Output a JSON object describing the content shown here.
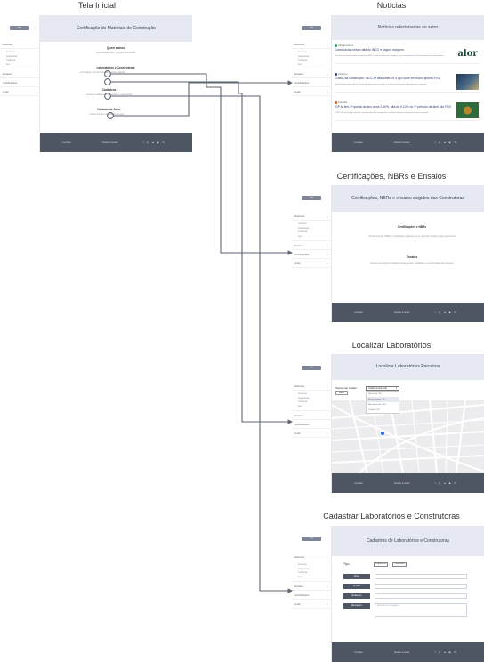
{
  "colors": {
    "header_bg": "#e6e9f1",
    "footer_bg": "#4e5563",
    "connector": "#5d6472",
    "sidebar_logo": "#7d8596"
  },
  "common": {
    "logo_label": "Logo",
    "nav": [
      "Materiais",
      "Ensaios",
      "Certificações",
      "Links"
    ],
    "nav_subitems": [
      "Concreto",
      "Argamassa",
      "Cerâmica",
      "Aço"
    ],
    "footer_contact": "Contato",
    "footer_social_label": "Redes sociais",
    "footer_social_icons": "f ◎ ▲ ▶ ✉"
  },
  "screens": {
    "home": {
      "title": "Tela Inicial",
      "header": "Certificação de  Materiais de Construção",
      "sections": [
        {
          "title": "Quem somos",
          "desc": "Apresentação sobre o projeto e sua missão"
        },
        {
          "title": "Laboratórios e Construtoras",
          "desc": "Certificações, normas técnicas e ensaios exigidos"
        },
        {
          "title": "Cadastros",
          "desc": "Acesso ao cadastro de laboratórios e construtoras"
        },
        {
          "title": "Notícias do Setor",
          "desc": "Últimas notícias relacionadas ao setor"
        }
      ]
    },
    "news": {
      "title": "Notícias",
      "header": "Notícias relacionadas ao setor",
      "items": [
        {
          "source": "Valor Econômico",
          "headline": "Construtoras miram alta do INCC e seguro margem",
          "summary": "Construtoras listadas sofrem pressão do INCC e buscam preservar margens; setor acompanha a alta dos insumos e da mão de obra.",
          "thumb": "alor"
        },
        {
          "source": "InfoMoney",
          "headline": "Custos da construção: INCC-M desacelera e o aço sobe em maio, aponta FGV",
          "summary": "Índice Nacional de Custo da Construção desacelera em maio, com altas em materiais, equipamentos e serviços.",
          "thumb": ""
        },
        {
          "source": "Poder360",
          "headline": "IGP-M tem 1ª queda do ano após 2,60%, alta de 0,10% no 1º período de abril, diz FGV",
          "summary": "O INCC-M, usado para atualizar contratos do setor, acompanha a variação de preços dos materiais de construção.",
          "thumb": ""
        }
      ]
    },
    "cert": {
      "title": "Certificações, NBRs e Ensaios",
      "header": "Certificações, NBRs e ensaios exigidos das Construtoras",
      "sections": [
        {
          "title": "Certificações e NBRs",
          "desc": "Normas técnicas (NBRs) e certificações exigidas para os materiais utilizados pelas construtoras"
        },
        {
          "title": "Ensaios",
          "desc": "Ensaios tecnológicos obrigatórios para garantir a qualidade e a conformidade dos materiais"
        }
      ]
    },
    "labs": {
      "title": "Localizar Laboratórios",
      "header": "Localizar Laboratórios Parceiros",
      "select_label": "Selecionar cidade:",
      "select_button": "Filtrar",
      "select_value": "Cidade preferencial",
      "options": [
        "Cidade preferencial",
        "São Paulo / SP",
        "Rio de Janeiro / RJ",
        "Belo Horizonte / MG",
        "Curitiba / PR"
      ]
    },
    "register": {
      "title": "Cadastrar Laboratórios e Construtoras",
      "header": "Cadastros de Laboratórios e Construtoras",
      "type_label": "Tipo",
      "type_options": [
        "Laboratório",
        "Construtora"
      ],
      "fields": [
        "Nome",
        "E-mail",
        "Endereço",
        "Mensagem"
      ],
      "message_placeholder": "Escreva sua mensagem"
    }
  }
}
